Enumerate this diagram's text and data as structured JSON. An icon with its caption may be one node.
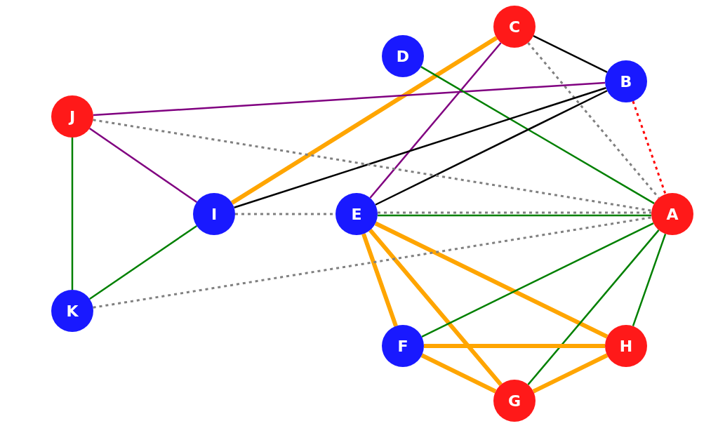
{
  "diagram": {
    "nodes": [
      {
        "text": [
          "C"
        ]
      },
      {
        "text": [
          "D"
        ]
      },
      {
        "text": [
          "B"
        ]
      },
      {
        "text": [
          "J"
        ]
      },
      {
        "text": [
          "I"
        ]
      },
      {
        "text": [
          "E"
        ]
      },
      {
        "text": [
          "A"
        ]
      },
      {
        "text": [
          "K"
        ]
      },
      {
        "text": [
          "F"
        ]
      },
      {
        "text": [
          "H"
        ]
      },
      {
        "text": [
          "G"
        ]
      }
    ],
    "edges": [
      {
        "from": 0,
        "to": 2,
        "arrow": "none",
        "color": "#000000"
      },
      {
        "from": 0,
        "to": 4,
        "arrow": "none",
        "style": "thick",
        "color": "#ffa500"
      },
      {
        "from": 0,
        "to": 5,
        "arrow": "none",
        "color": "#800080"
      },
      {
        "from": 0,
        "to": 6,
        "arrow": "none",
        "style": "dashed",
        "color": "#808080"
      },
      {
        "from": 3,
        "to": 2,
        "arrow": "none",
        "color": "#800080"
      },
      {
        "from": 1,
        "to": 6,
        "arrow": "none",
        "color": "#008000"
      },
      {
        "from": 2,
        "to": 4,
        "arrow": "none",
        "color": "#000000"
      },
      {
        "from": 2,
        "to": 5,
        "arrow": "none",
        "color": "#000000"
      },
      {
        "from": 2,
        "to": 6,
        "arrow": "none",
        "style": "dashed",
        "color": "#ff0000"
      },
      {
        "from": 3,
        "to": 4,
        "arrow": "none",
        "color": "#800080"
      },
      {
        "from": 3,
        "to": 6,
        "arrow": "none",
        "style": "dashed",
        "color": "#808080"
      },
      {
        "from": 3,
        "to": 7,
        "arrow": "none",
        "color": "#008000"
      },
      {
        "from": 4,
        "to": 5,
        "arrow": "none",
        "style": "dashed",
        "color": "#808080"
      },
      {
        "from": 4,
        "to": 7,
        "arrow": "none",
        "color": "#008000"
      },
      {
        "from": 5,
        "to": 6,
        "arrow": "none",
        "style": "dashed",
        "color": "#808080"
      },
      {
        "from": 5,
        "to": 6,
        "arrow": "none",
        "color": "#008000"
      },
      {
        "from": 5,
        "to": 8,
        "arrow": "none",
        "style": "thick",
        "color": "#ffa500"
      },
      {
        "from": 5,
        "to": 10,
        "arrow": "none",
        "style": "thick",
        "color": "#ffa500"
      },
      {
        "from": 5,
        "to": 9,
        "arrow": "none",
        "style": "thick",
        "color": "#ffa500"
      },
      {
        "from": 7,
        "to": 6,
        "arrow": "none",
        "style": "dashed",
        "color": "#808080"
      },
      {
        "from": 8,
        "to": 6,
        "arrow": "none",
        "color": "#008000"
      },
      {
        "from": 10,
        "to": 6,
        "arrow": "none",
        "color": "#008000"
      },
      {
        "from": 9,
        "to": 6,
        "arrow": "none",
        "color": "#008000"
      },
      {
        "from": 8,
        "to": 9,
        "arrow": "none",
        "style": "thick",
        "color": "#ffa500"
      },
      {
        "from": 8,
        "to": 10,
        "arrow": "none",
        "style": "thick",
        "color": "#ffa500"
      },
      {
        "from": 10,
        "to": 9,
        "arrow": "none",
        "style": "thick",
        "color": "#ffa500"
      }
    ]
  }
}
